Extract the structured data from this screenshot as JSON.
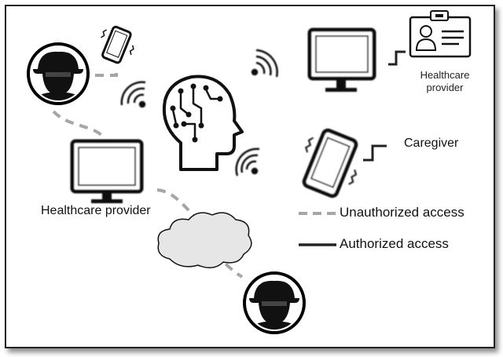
{
  "labels": {
    "healthcare_provider_top": "Healthcare provider",
    "caregiver": "Caregiver",
    "healthcare_provider_left": "Healthcare provider"
  },
  "legend": {
    "unauthorized": "Unauthorized access",
    "authorized": "Authorized access"
  },
  "colors": {
    "unauthorized_line": "#a6a6a6",
    "authorized_line": "#222222",
    "cloud_fill": "#e6e6e6",
    "outline": "#111111"
  },
  "icons": [
    "hacker-icon",
    "smartphone-icon",
    "wifi-signal-icon",
    "brain-circuit-icon",
    "monitor-icon",
    "id-badge-icon",
    "cloud-icon"
  ]
}
